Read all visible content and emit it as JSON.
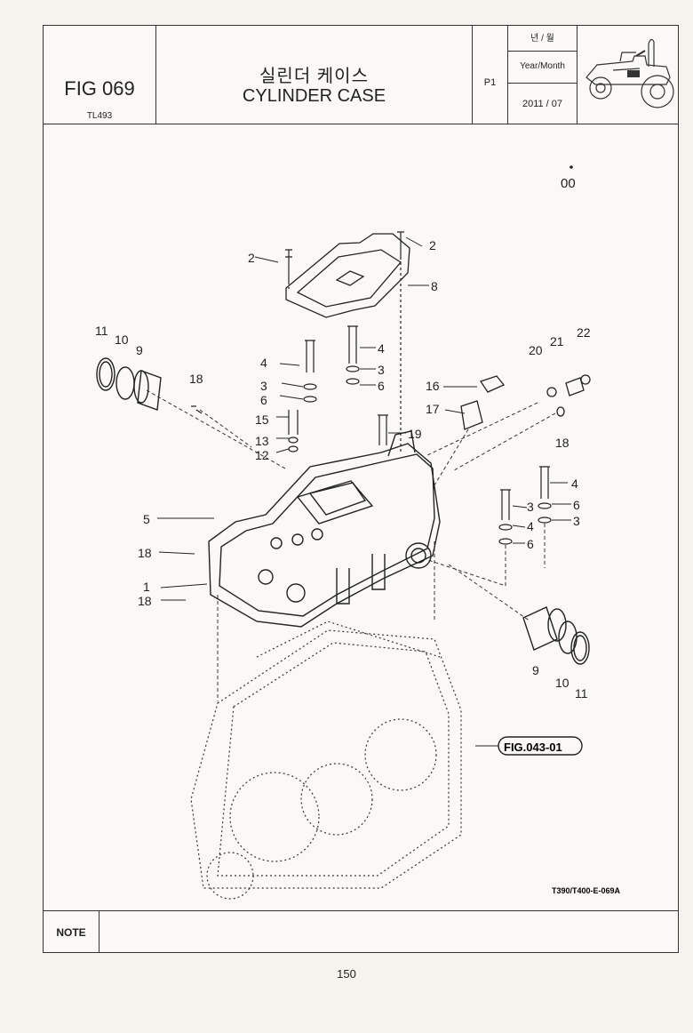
{
  "header": {
    "fig_no": "FIG 069",
    "model": "TL493",
    "title_ko": "실린더 케이스",
    "title_en": "CYLINDER CASE",
    "page_code": "P1",
    "date_label_ko": "년 / 월",
    "date_label_en": "Year/Month",
    "date_value": "2011 / 07"
  },
  "diagram": {
    "variant_mark": "00",
    "reference_figure": "FIG.043-01",
    "drawing_code": "T390/T400-E-069A",
    "labels": [
      "2",
      "2",
      "8",
      "11",
      "10",
      "9",
      "18",
      "4",
      "3",
      "6",
      "4",
      "3",
      "6",
      "16",
      "17",
      "20",
      "21",
      "22",
      "18",
      "15",
      "13",
      "12",
      "19",
      "5",
      "18",
      "1",
      "18",
      "4",
      "3",
      "6",
      "4",
      "3",
      "6",
      "9",
      "10",
      "11"
    ]
  },
  "note": {
    "label": "NOTE",
    "text": ""
  },
  "footer": {
    "page_number": "150"
  }
}
